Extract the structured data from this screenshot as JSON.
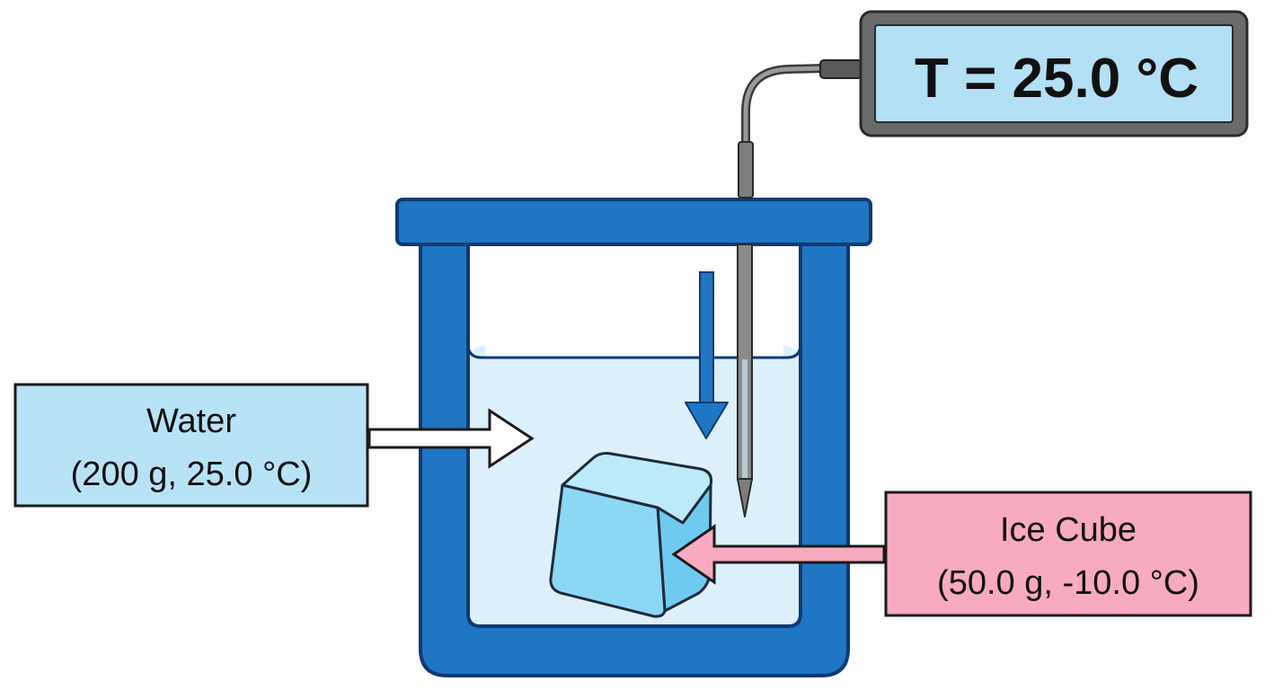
{
  "thermometer": {
    "reading": "T = 25.0 °C"
  },
  "water_label": {
    "line1": "Water",
    "line2": "(200 g, 25.0 °C)"
  },
  "ice_label": {
    "line1": "Ice Cube",
    "line2": "(50.0 g, -10.0 °C)"
  },
  "colors": {
    "container": "#1f76c2",
    "container_outline": "#0f3a72",
    "water": "#dcf0fb",
    "ice": "#8bd8f5",
    "water_box": "#b8e3f6",
    "ice_box": "#f8aac0",
    "display": "#b3e0f5",
    "display_frame": "#6a6a6a",
    "probe": "#7d7d7d"
  }
}
